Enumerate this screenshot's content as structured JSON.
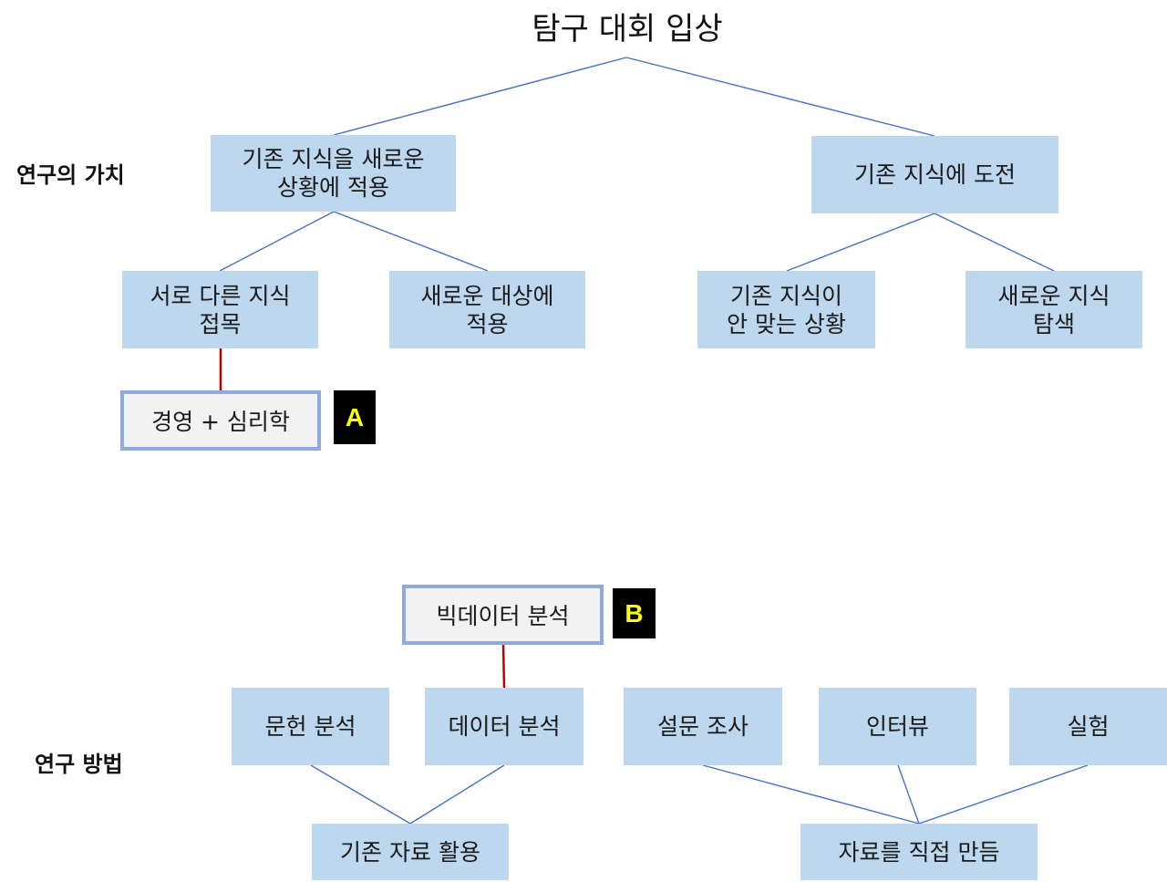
{
  "title": "탐구 대회 입상",
  "sections": {
    "value_label": "연구의 가치",
    "method_label": "연구 방법"
  },
  "value_tree": {
    "branch_apply": "기존 지식을 새로운\n상황에 적용",
    "branch_challenge": "기존 지식에 도전",
    "leaf_combine": "서로 다른 지식\n접목",
    "leaf_new_target": "새로운 대상에\n적용",
    "leaf_mismatch": "기존 지식이\n안 맞는 상황",
    "leaf_explore": "새로운 지식\n탐색",
    "callout_a": "경영 + 심리학",
    "marker_a": "A"
  },
  "method_tree": {
    "callout_b": "빅데이터 분석",
    "marker_b": "B",
    "literature": "문헌 분석",
    "data_analysis": "데이터 분석",
    "survey": "설문 조사",
    "interview": "인터뷰",
    "experiment": "실험",
    "existing_data": "기존 자료 활용",
    "own_data": "자료를 직접 만듬"
  },
  "colors": {
    "node_fill": "#bdd7ee",
    "connector": "#4472c4",
    "callout_link": "#c00000",
    "callout_border": "#8faadc",
    "marker_bg": "#000000",
    "marker_text": "#ffff00"
  }
}
